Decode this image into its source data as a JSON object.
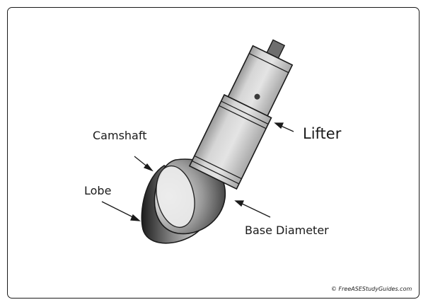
{
  "labels": {
    "camshaft": "Camshaft",
    "lobe": "Lobe",
    "lifter": "Lifter",
    "base_diameter": "Base Diameter",
    "copyright": "© FreeASEStudyGuides.com"
  },
  "colors": {
    "outline": "#1a1a1a",
    "lifter_fill": "#c8c8c8",
    "lifter_shade": "#8c8c8c",
    "cam_dark": "#2a2a2a",
    "cam_light": "#f4f4f4"
  }
}
